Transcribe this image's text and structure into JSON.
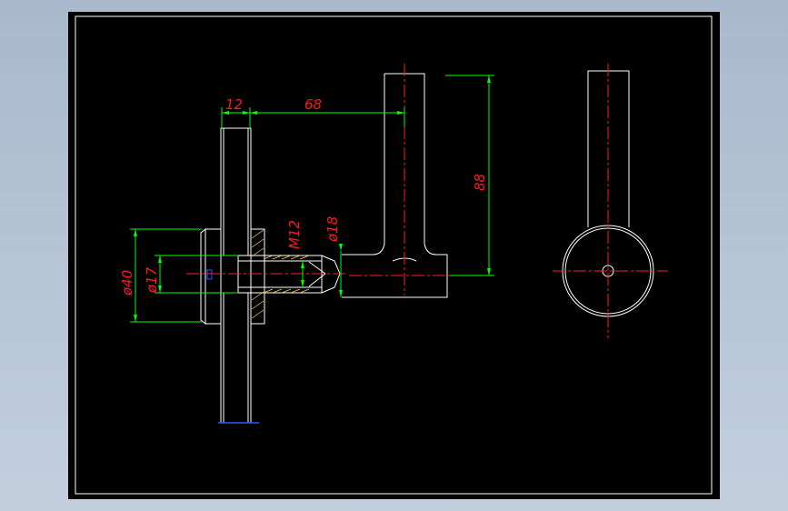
{
  "colors": {
    "background": "#000000",
    "outline": "#ffffff",
    "centerline": "#ff2020",
    "dimension": "#00ff00",
    "text": "#ff1a1a",
    "hatch": "#ffd84a",
    "marker": "#3355ff"
  },
  "dimensions": {
    "d12": "12",
    "d68": "68",
    "d88": "88",
    "d40": "ø40",
    "d17": "ø17",
    "m12": "M12",
    "d18": "ø18"
  }
}
